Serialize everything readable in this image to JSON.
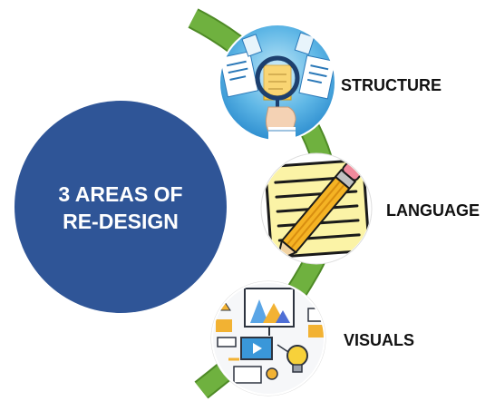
{
  "center": {
    "title_line1": "3 AREAS OF",
    "title_line2": "RE-DESIGN",
    "color": "#2f5597"
  },
  "items": [
    {
      "label": "STRUCTURE",
      "icon": "document-search-icon"
    },
    {
      "label": "LANGUAGE",
      "icon": "pencil-notepad-icon"
    },
    {
      "label": "VISUALS",
      "icon": "visual-elements-icon"
    }
  ],
  "colors": {
    "arc": "#6fb13f",
    "arc_edge": "#4e8a26",
    "text": "#111111"
  }
}
